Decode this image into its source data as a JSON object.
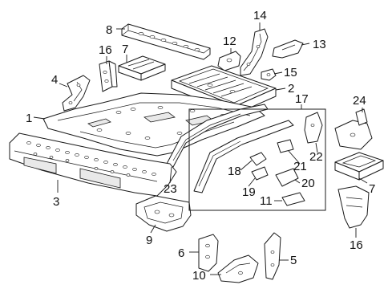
{
  "callouts": [
    {
      "id": "1",
      "text": "1"
    },
    {
      "id": "2",
      "text": "2"
    },
    {
      "id": "3",
      "text": "3"
    },
    {
      "id": "4",
      "text": "4"
    },
    {
      "id": "5",
      "text": "5"
    },
    {
      "id": "6",
      "text": "6"
    },
    {
      "id": "7a",
      "text": "7"
    },
    {
      "id": "7b",
      "text": "7"
    },
    {
      "id": "8",
      "text": "8"
    },
    {
      "id": "9",
      "text": "9"
    },
    {
      "id": "10",
      "text": "10"
    },
    {
      "id": "11",
      "text": "11"
    },
    {
      "id": "12",
      "text": "12"
    },
    {
      "id": "13",
      "text": "13"
    },
    {
      "id": "14",
      "text": "14"
    },
    {
      "id": "15",
      "text": "15"
    },
    {
      "id": "16a",
      "text": "16"
    },
    {
      "id": "16b",
      "text": "16"
    },
    {
      "id": "17",
      "text": "17"
    },
    {
      "id": "18",
      "text": "18"
    },
    {
      "id": "19",
      "text": "19"
    },
    {
      "id": "20",
      "text": "20"
    },
    {
      "id": "21",
      "text": "21"
    },
    {
      "id": "22",
      "text": "22"
    },
    {
      "id": "23",
      "text": "23"
    },
    {
      "id": "24",
      "text": "24"
    }
  ]
}
